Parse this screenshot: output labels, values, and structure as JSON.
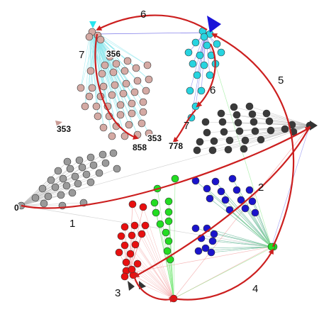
{
  "colors": {
    "arrow": "#cc1f1f",
    "gray_cluster": "#9a9a9a",
    "dark_cluster": "#3a3a3a",
    "pink_cluster": "#d4aaa4",
    "cyan_cluster": "#27d4e0",
    "red_cluster": "#e81010",
    "green_cluster": "#22dd22",
    "blue_cluster": "#1a14cc",
    "edge_gray": "#b8b8b8",
    "edge_cyan": "#8ee7ee",
    "edge_green": "#7ee87e",
    "edge_red": "#f08a8a",
    "edge_blue": "#7777ee",
    "hub_blue": "#1a14d8",
    "hub_cyan": "#27e4ee",
    "hub_pink": "#c89a94",
    "hub_dark": "#333333"
  },
  "step_labels": [
    {
      "id": "label-1",
      "text": "1"
    },
    {
      "id": "label-2",
      "text": "2"
    },
    {
      "id": "label-3",
      "text": "3"
    },
    {
      "id": "label-4",
      "text": "4"
    },
    {
      "id": "label-5",
      "text": "5"
    },
    {
      "id": "label-6-top",
      "text": "6"
    },
    {
      "id": "label-6-mid",
      "text": "6"
    },
    {
      "id": "label-7-left",
      "text": "7"
    },
    {
      "id": "label-7-mid",
      "text": "7"
    }
  ],
  "node_labels": [
    {
      "id": "node-label-0",
      "text": "0"
    },
    {
      "id": "node-label-356",
      "text": "356"
    },
    {
      "id": "node-label-353-left",
      "text": "353"
    },
    {
      "id": "node-label-353-right",
      "text": "353"
    },
    {
      "id": "node-label-858",
      "text": "858"
    },
    {
      "id": "node-label-778",
      "text": "778"
    }
  ]
}
